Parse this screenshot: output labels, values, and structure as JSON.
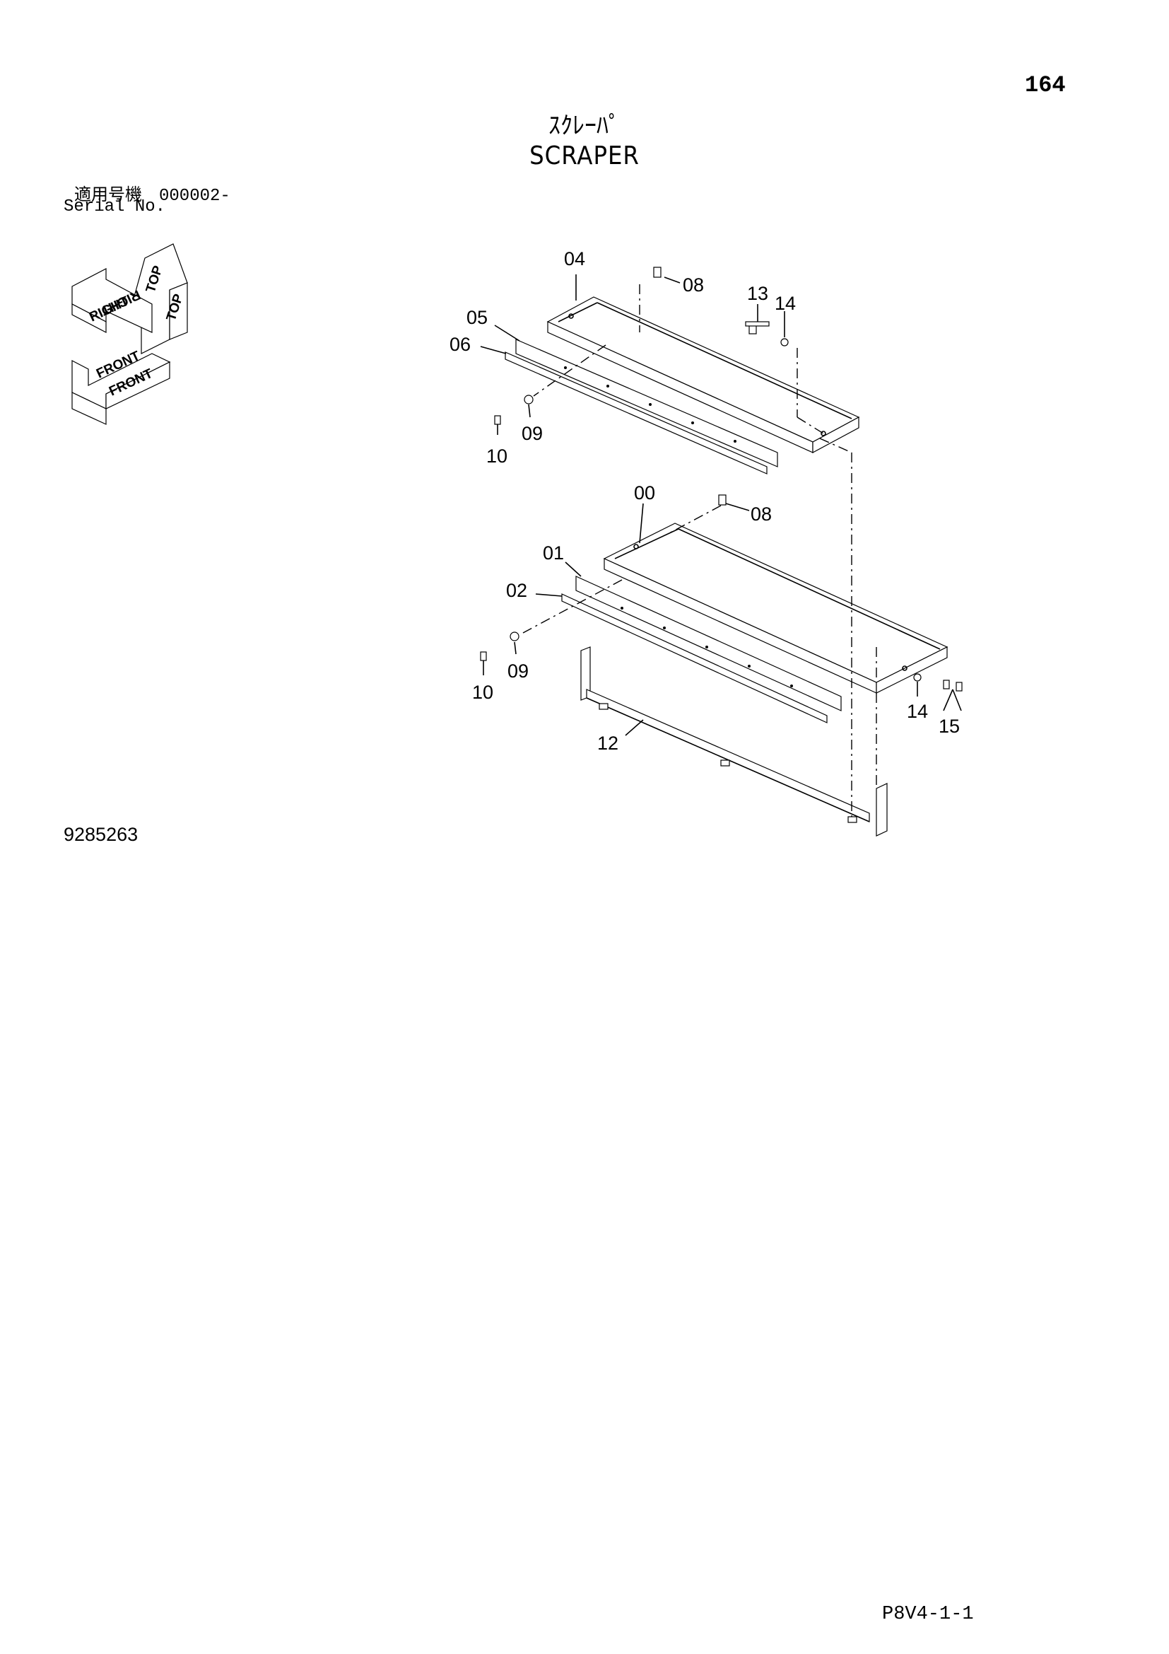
{
  "page": {
    "number": "164",
    "title_jp": "ｽｸﾚｰﾊﾟ",
    "title_en": "SCRAPER",
    "serial_jp": "適用号機　000002-",
    "serial_en": "Serial No.",
    "drawing_number": "9285263",
    "page_code": "P8V4-1-1"
  },
  "orientation": {
    "top": "TOP",
    "right": "RIGHT",
    "front": "FRONT"
  },
  "callouts": {
    "c04": "04",
    "c08a": "08",
    "c13": "13",
    "c14a": "14",
    "c05": "05",
    "c06": "06",
    "c09a": "09",
    "c10a": "10",
    "c00": "00",
    "c08b": "08",
    "c01": "01",
    "c02": "02",
    "c09b": "09",
    "c10b": "10",
    "c14b": "14",
    "c15": "15",
    "c12": "12"
  }
}
